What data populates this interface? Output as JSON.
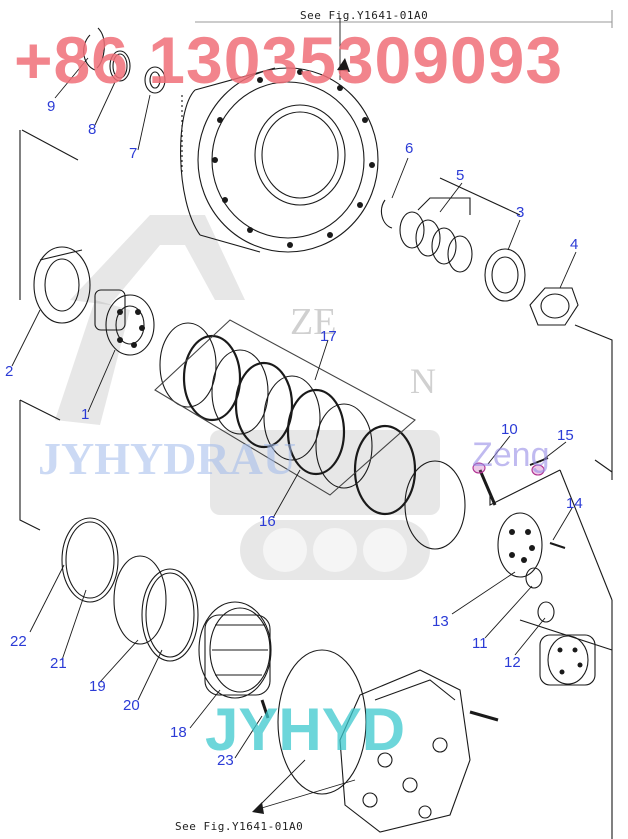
{
  "references": {
    "top": "See Fig.Y1641-01A0",
    "bottom": "See Fig.Y1641-01A0"
  },
  "watermarks": {
    "phone": "+86 13035309093",
    "brand_blue": "JYHYDRAU",
    "brand_cyan": "JYHYD",
    "zeng": "Zeng",
    "ze_logo": "ZE",
    "n_logo": "N"
  },
  "callouts": [
    "1",
    "2",
    "3",
    "4",
    "5",
    "6",
    "7",
    "8",
    "9",
    "10",
    "11",
    "12",
    "13",
    "14",
    "15",
    "16",
    "17",
    "18",
    "19",
    "20",
    "21",
    "22",
    "23"
  ],
  "colors": {
    "callout": "#2b3bd6",
    "line": "#1a1a1a",
    "phone": "#f06e78",
    "cyan": "#3cc8cd"
  }
}
